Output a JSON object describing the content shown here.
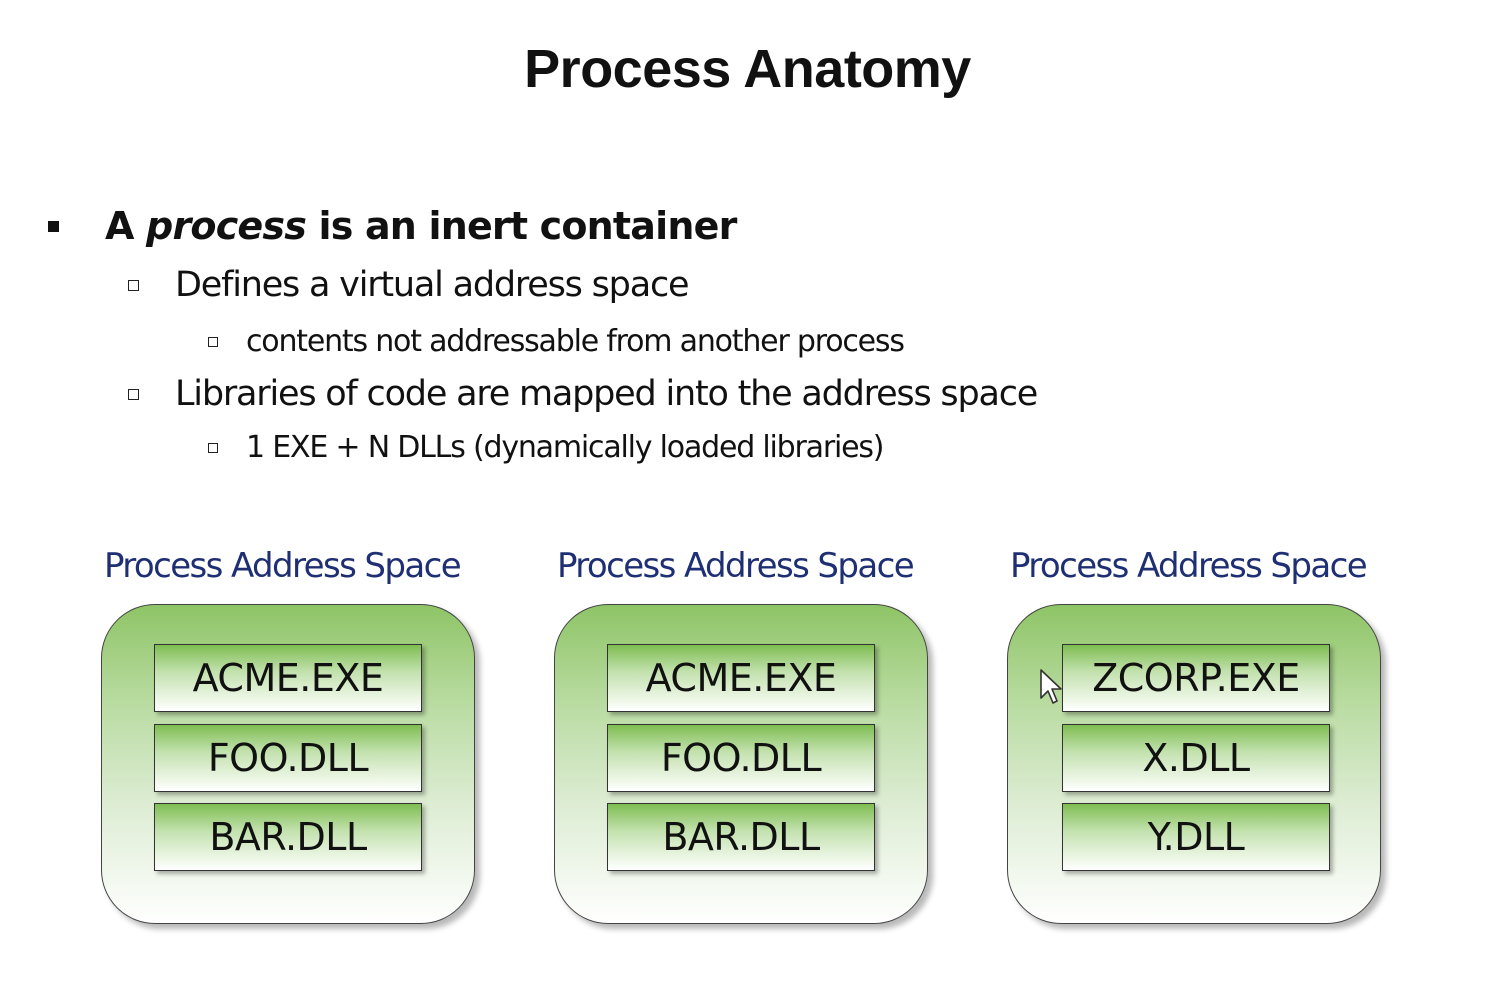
{
  "slide": {
    "title": "Process Anatomy",
    "bullets": {
      "main_pre": "A",
      "main_italic": "process",
      "main_post": "is an inert container",
      "sub1": "Defines a virtual address space",
      "sub1_detail": "contents not addressable from another process",
      "sub2": "Libraries of code are mapped into the address space",
      "sub2_detail": "1 EXE + N DLLs (dynamically loaded libraries)"
    }
  },
  "diagram": {
    "spaces": [
      {
        "label": "Process Address Space",
        "modules": [
          "ACME.EXE",
          "FOO.DLL",
          "BAR.DLL"
        ]
      },
      {
        "label": "Process Address Space",
        "modules": [
          "ACME.EXE",
          "FOO.DLL",
          "BAR.DLL"
        ]
      },
      {
        "label": "Process Address Space",
        "modules": [
          "ZCORP.EXE",
          "X.DLL",
          "Y.DLL"
        ]
      }
    ]
  },
  "colors": {
    "label_blue": "#1e2f74",
    "container_green": "#8ec466",
    "module_green": "#7fbd52"
  }
}
